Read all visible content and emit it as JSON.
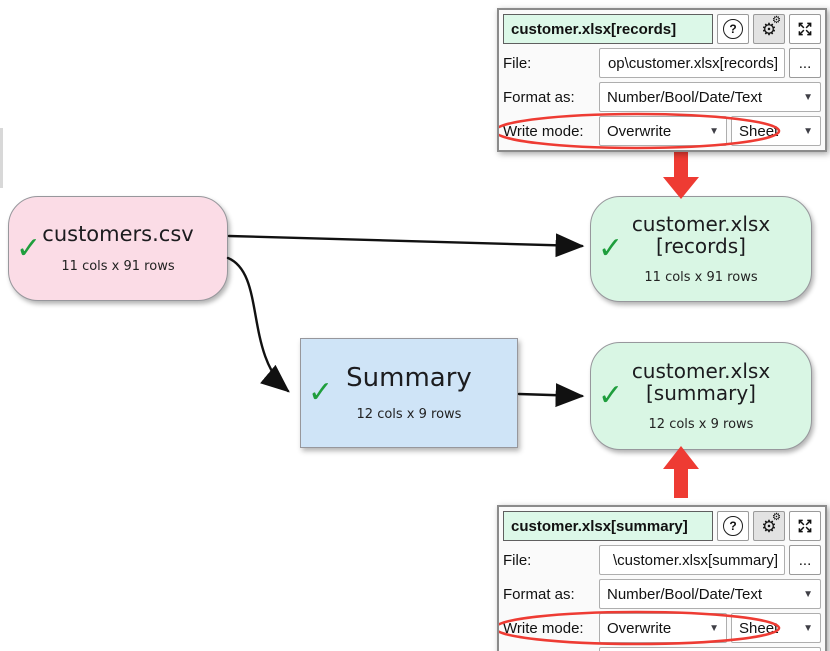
{
  "icons": {
    "dropdown": "▼",
    "check": "✓",
    "help": "?",
    "gear": "⚙"
  },
  "colors": {
    "annotation_red": "#ee3b33",
    "check_green": "#1f9e3d",
    "source_pink": "#fbdce6",
    "output_green": "#d9f6e4",
    "transform_blue": "#cfe4f7",
    "panel_header_green": "#dcf8e8"
  },
  "nodes": {
    "source": {
      "title": "customers.csv",
      "meta": "11 cols x 91 rows"
    },
    "records_output": {
      "title_line1": "customer.xlsx",
      "title_line2": "[records]",
      "meta": "11 cols x 91 rows"
    },
    "summary_transform": {
      "title": "Summary",
      "meta": "12 cols x 9 rows"
    },
    "summary_output": {
      "title_line1": "customer.xlsx",
      "title_line2": "[summary]",
      "meta": "12 cols x 9 rows"
    }
  },
  "panels": {
    "records": {
      "title": "customer.xlsx[records]",
      "file_label": "File:",
      "file_value": "op\\customer.xlsx[records]",
      "browse_label": "...",
      "format_label": "Format as:",
      "format_value": "Number/Bool/Date/Text",
      "write_mode_label": "Write mode:",
      "write_mode_value": "Overwrite",
      "sheet_mode_value": "Sheet"
    },
    "summary": {
      "title": "customer.xlsx[summary]",
      "file_label": "File:",
      "file_value": "\\customer.xlsx[summary]",
      "browse_label": "...",
      "format_label": "Format as:",
      "format_value": "Number/Bool/Date/Text",
      "write_mode_label": "Write mode:",
      "write_mode_value": "Overwrite",
      "sheet_mode_value": "Sheet"
    }
  }
}
